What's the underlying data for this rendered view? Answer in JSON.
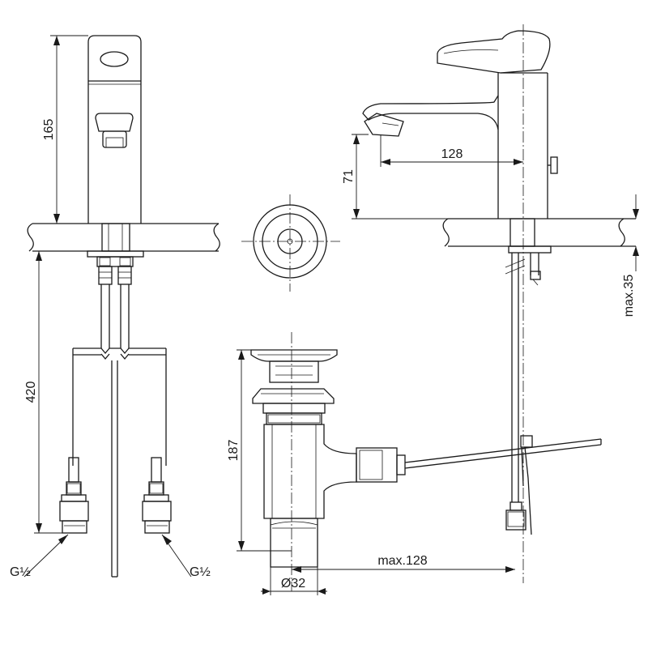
{
  "dimensions": {
    "height_165": "165",
    "height_420": "420",
    "spout_reach_128": "128",
    "spout_height_71": "71",
    "counter_max35": "max.35",
    "waste_height_187": "187",
    "waste_offset": "max.128",
    "waste_diameter": "Ø32"
  },
  "connections": {
    "left": "G½",
    "right": "G½"
  }
}
